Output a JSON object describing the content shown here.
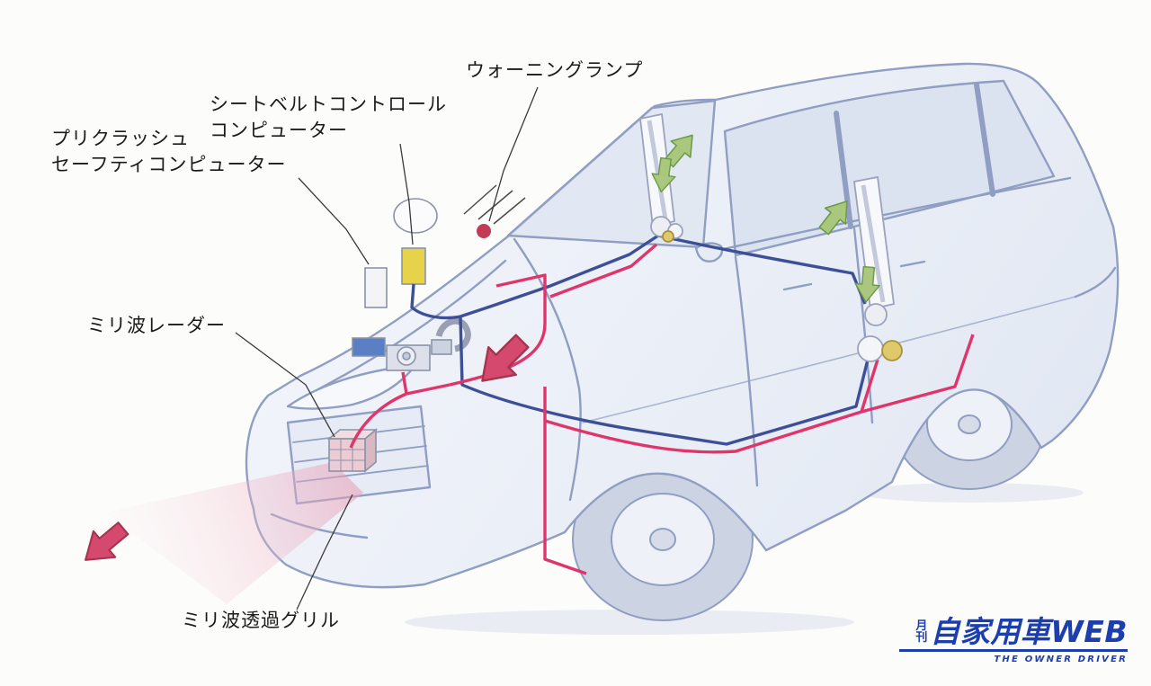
{
  "labels": {
    "warning_lamp": "ウォーニングランプ",
    "seatbelt_computer": [
      "シートベルトコントロール",
      "コンピューター"
    ],
    "precrash_computer": [
      "プリクラッシュ",
      "セーフティコンピューター"
    ],
    "mmwave_radar": "ミリ波レーダー",
    "mmwave_grille": "ミリ波透過グリル"
  },
  "logo": {
    "prefix": "月刊",
    "name": "自家用車WEB",
    "tagline": "THE OWNER DRIVER"
  },
  "colors": {
    "car_line": "#8f9ec2",
    "body_fill": "#eef1f8",
    "window_fill": "#dce3f0",
    "wire_pink": "#e0356b",
    "wire_blue": "#3d4f96",
    "arrow_green": "#a9c87e",
    "arrow_green_edge": "#6f9a4b",
    "arrow_red": "#d6496f",
    "beam_pink": "#eeb7c7",
    "component_yellow": "#e6d34a",
    "component_blue": "#5b7fc4",
    "component_line": "#8b93a8",
    "radar_face": "#ecccd4",
    "lamp_red": "#c23a55",
    "leader_line": "#3a3a3a",
    "logo_blue": "#1d3fae"
  }
}
